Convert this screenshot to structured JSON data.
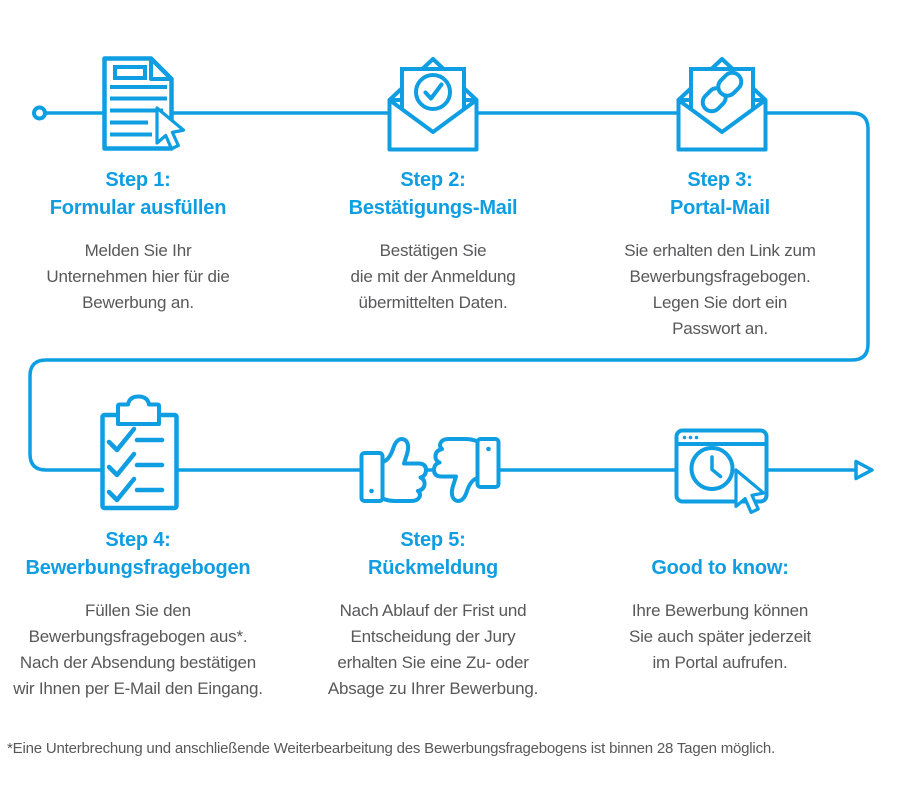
{
  "colors": {
    "accent": "#0F9EE2",
    "text": "#58585A",
    "background": "#FFFFFF"
  },
  "flow": {
    "start_marker": "ring",
    "end_marker": "arrow-right",
    "direction": "left-to-right, wraps to second row"
  },
  "steps": [
    {
      "icon": "document-cursor",
      "title": "Step 1:\nFormular ausfüllen",
      "body": "Melden Sie Ihr\nUnternehmen hier für die\nBewerbung an."
    },
    {
      "icon": "envelope-check",
      "title": "Step 2:\nBestätigungs-Mail",
      "body": "Bestätigen Sie\ndie mit der Anmeldung\nübermittelten Daten."
    },
    {
      "icon": "envelope-link",
      "title": "Step 3:\nPortal-Mail",
      "body": "Sie erhalten den Link zum\nBewerbungsfragebogen.\nLegen Sie dort ein\nPasswort an."
    },
    {
      "icon": "clipboard-checklist",
      "title": "Step 4:\nBewerbungsfragebogen",
      "body": "Füllen Sie den\nBewerbungsfragebogen aus*.\nNach der Absendung bestätigen\nwir Ihnen per E-Mail den Eingang."
    },
    {
      "icon": "thumbs-up-down",
      "title": "Step 5:\nRückmeldung",
      "body": "Nach Ablauf der Frist und\nEntscheidung der Jury\nerhalten Sie eine Zu- oder\nAbsage zu Ihrer Bewerbung."
    },
    {
      "icon": "browser-clock-cursor",
      "title": "Good to know:",
      "body": "Ihre Bewerbung können\nSie auch später jederzeit\nim Portal aufrufen."
    }
  ],
  "footnote": "*Eine Unterbrechung und anschließende Weiterbearbeitung des Bewerbungsfragebogens ist binnen 28 Tagen möglich."
}
